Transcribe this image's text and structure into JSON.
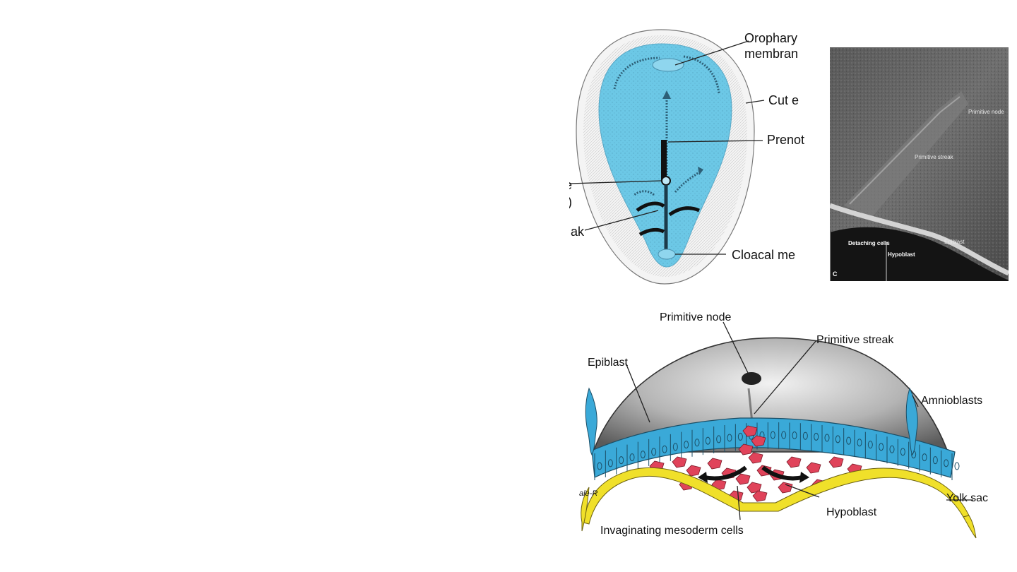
{
  "top_diagram": {
    "labels": {
      "oropharyngeal_1": "Orophary",
      "oropharyngeal_2": "membran",
      "cut_edge": "Cut e",
      "prenotochordal": "Prenot",
      "left_node_1": "e",
      "left_node_2": ")",
      "left_streak": "ak",
      "cloacal": "Cloacal me"
    },
    "colors": {
      "embryo_fill": "#6cc8e6",
      "amnion_fill": "#f4f4f4"
    }
  },
  "sem_image": {
    "labels": {
      "primitive_node": "Primitive node",
      "primitive_streak": "Primitive streak",
      "epiblast": "Epiblast",
      "detaching_cells": "Detaching cells",
      "hypoblast": "Hypoblast",
      "panel_letter": "C"
    }
  },
  "cross_section": {
    "labels": {
      "primitive_node": "Primitive node",
      "primitive_streak": "Primitive streak",
      "epiblast": "Epiblast",
      "amnioblasts": "Amnioblasts",
      "yolk_sac": "Yolk sac",
      "hypoblast": "Hypoblast",
      "invaginating": "Invaginating mesoderm cells",
      "signature": "ale-R"
    },
    "colors": {
      "epiblast": "#3aa9d8",
      "mesoderm": "#e0435a",
      "hypoblast": "#f0e02a",
      "dome": "#8a8a8a"
    }
  }
}
